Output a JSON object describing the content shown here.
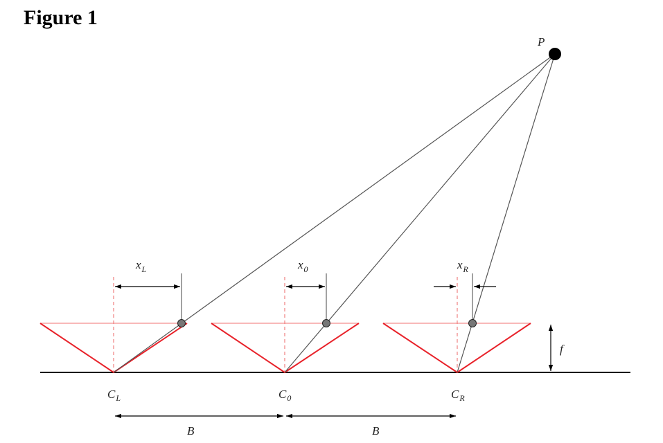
{
  "figure": {
    "title": "Figure 1"
  },
  "labels": {
    "point": "P",
    "x_left": "x",
    "x_left_sub": "L",
    "x_center": "x",
    "x_center_sub": "0",
    "x_right": "x",
    "x_right_sub": "R",
    "focal": "f",
    "cam_left": "C",
    "cam_left_sub": "L",
    "cam_center": "C",
    "cam_center_sub": "0",
    "cam_right": "C",
    "cam_right_sub": "R",
    "baseline_left": "B",
    "baseline_right": "B"
  },
  "colors": {
    "camera": "#e8222a",
    "dashed": "#f08080",
    "ray": "#555555",
    "baseline": "#000000",
    "marker": "#777777",
    "point": "#000000"
  }
}
